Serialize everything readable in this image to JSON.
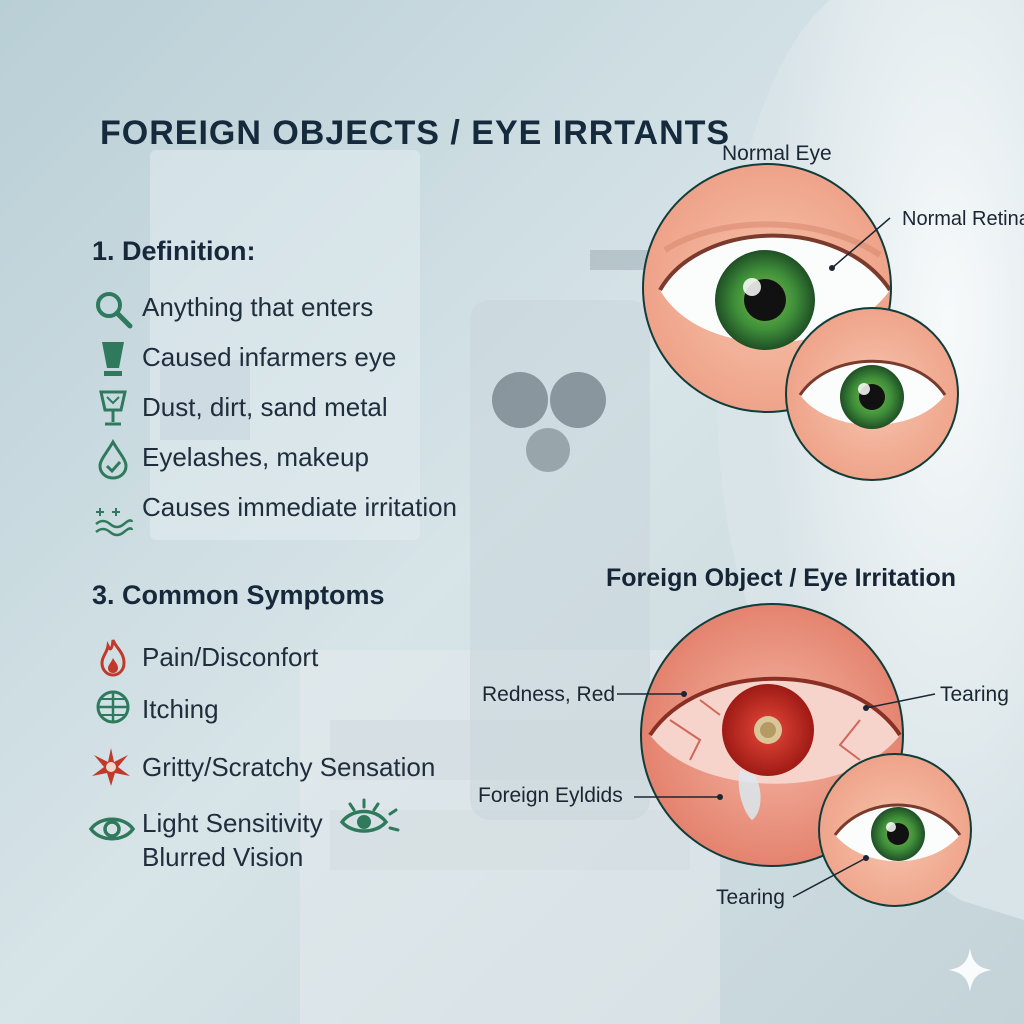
{
  "title": "FOREIGN OBJECTS / EYE IRRTANTS",
  "definition": {
    "heading": "1.   Definition:",
    "items": [
      {
        "icon": "magnifier-icon",
        "text": "Anything that enters"
      },
      {
        "icon": "cup-icon",
        "text": "Caused infarmers eye"
      },
      {
        "icon": "glass-icon",
        "text": "Dust, dirt, sand metal"
      },
      {
        "icon": "droplet-icon",
        "text": "Eyelashes, makeup"
      },
      {
        "icon": "waves-icon",
        "text": "Causes immediate irritation"
      }
    ]
  },
  "symptoms": {
    "heading": "3.   Common Symptoms",
    "items": [
      {
        "icon": "flame-icon",
        "text": "Pain/Disconfort"
      },
      {
        "icon": "globe-icon",
        "text": "Itching"
      },
      {
        "icon": "burst-icon",
        "text": "Gritty/Scratchy Sensation"
      },
      {
        "icon": "eye-icon",
        "text": "Light Sensitivity"
      },
      {
        "icon": "eye-rays-icon",
        "text": "Blurred Vision"
      }
    ]
  },
  "normal": {
    "title": "Normal Eye",
    "retina_label": "Normal Retina"
  },
  "irritated": {
    "title": "Foreign Object / Eye Irritation",
    "redness_label": "Redness, Red",
    "tearing_label": "Tearing",
    "eyelids_label": "Foreign Eyldids",
    "tearing_bottom_label": "Tearing"
  },
  "colors": {
    "icon_green": "#2f7a5c",
    "icon_red": "#c0392b",
    "background": "#cfdde3",
    "skin": "#f2a98f",
    "iris": "#3f8f3a"
  }
}
